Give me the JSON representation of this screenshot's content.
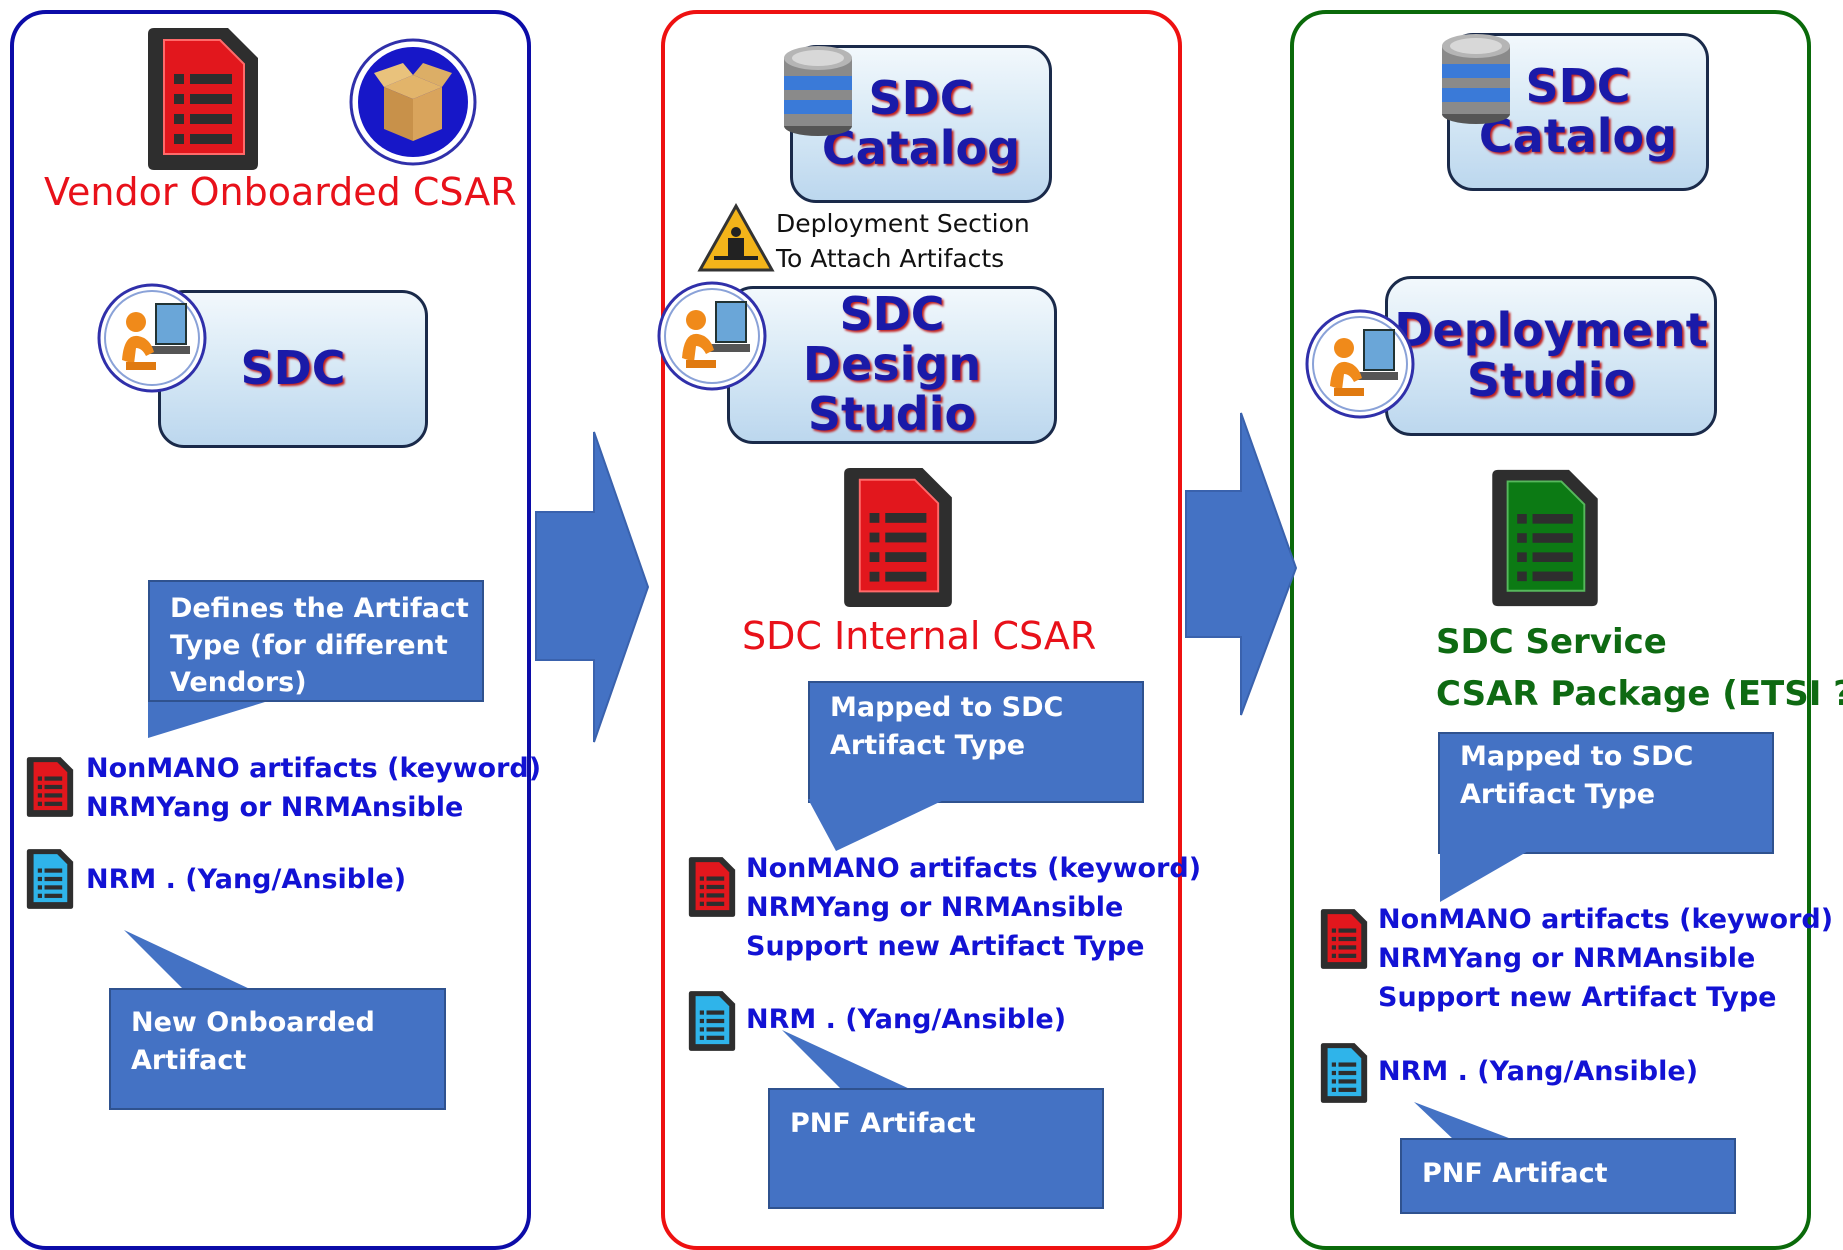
{
  "colors": {
    "panel_1_border": "#0c0ca8",
    "panel_2_border": "#ee1111",
    "panel_3_border": "#0a6a0a",
    "arrow_fill": "#4472c4",
    "callout_fill": "#4472c4",
    "link_blue": "#1212d4",
    "csar_red": "#e8111a",
    "csar_green": "#0e6a12"
  },
  "panel_1": {
    "csar_label": "Vendor Onboarded CSAR",
    "sdc_box": {
      "line1": "SDC"
    },
    "callout_defines": {
      "line1": "Defines the Artifact",
      "line2": "Type (for different",
      "line3": "Vendors)"
    },
    "nonmano": {
      "line1": "NonMANO artifacts (keyword)",
      "line2": "NRMYang or NRMAnsible"
    },
    "nrm": "NRM . (Yang/Ansible)",
    "callout_new": {
      "line1": "New Onboarded",
      "line2": "Artifact"
    }
  },
  "panel_2": {
    "catalog_box": {
      "line1": "SDC",
      "line2": "Catalog"
    },
    "note": {
      "line1": "Deployment Section",
      "line2": "To Attach Artifacts"
    },
    "design_box": {
      "line1": "SDC",
      "line2": "Design Studio"
    },
    "csar_label": "SDC Internal CSAR",
    "callout_mapped": {
      "line1": "Mapped to SDC",
      "line2": "Artifact Type"
    },
    "nonmano": {
      "line1": "NonMANO artifacts (keyword)",
      "line2": "NRMYang or NRMAnsible",
      "line3": "Support new Artifact Type"
    },
    "nrm": "NRM . (Yang/Ansible)",
    "callout_pnf": "PNF Artifact"
  },
  "panel_3": {
    "catalog_box": {
      "line1": "SDC",
      "line2": "Catalog"
    },
    "deploy_box": {
      "line1": "Deployment",
      "line2": "Studio"
    },
    "csar_label": {
      "line1": "SDC Service",
      "line2": "CSAR Package (ETSI ??)"
    },
    "callout_mapped": {
      "line1": "Mapped to SDC",
      "line2": "Artifact Type"
    },
    "nonmano": {
      "line1": "NonMANO artifacts (keyword)",
      "line2": "NRMYang or NRMAnsible",
      "line3": "Support new Artifact Type"
    },
    "nrm": "NRM . (Yang/Ansible)",
    "callout_pnf": "PNF Artifact"
  },
  "icons": {
    "document_red": "document-red-icon",
    "document_green": "document-green-icon",
    "document_cyan": "document-cyan-icon",
    "box": "cardboard-box-icon",
    "database": "database-icon",
    "user_computer": "user-computer-icon",
    "warning": "work-in-progress-warning-icon"
  }
}
